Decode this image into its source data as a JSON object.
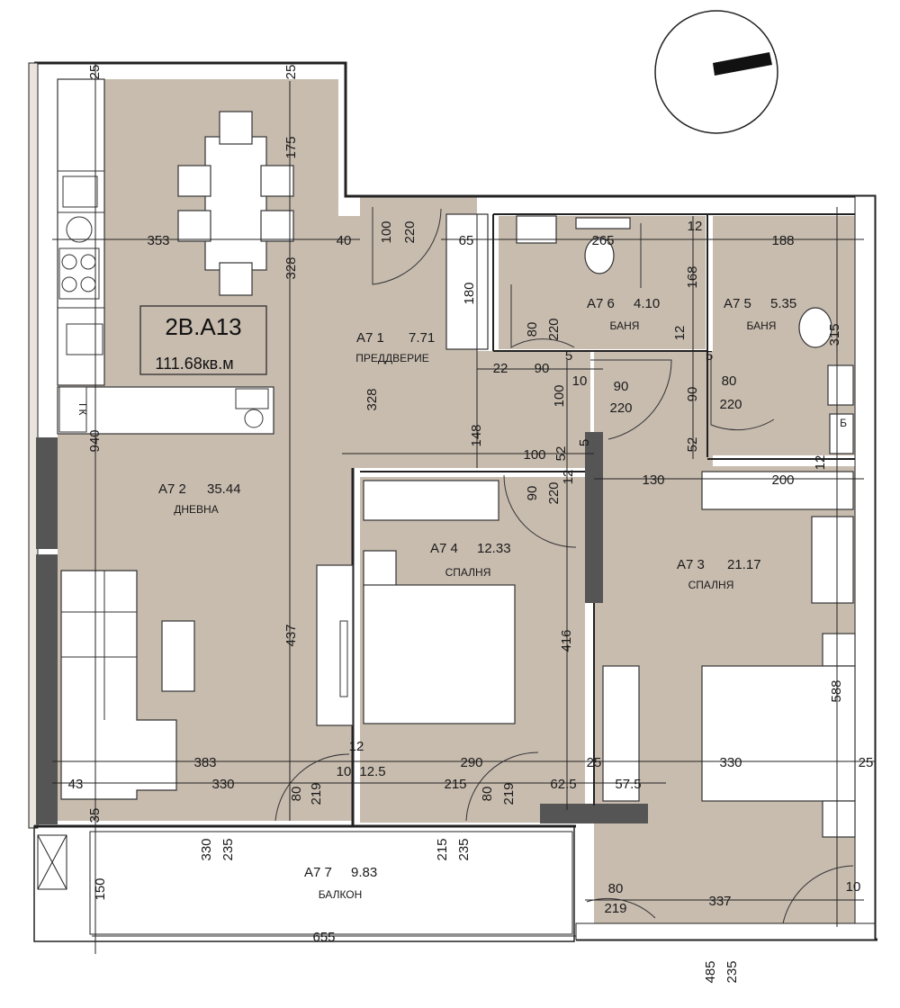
{
  "unit": {
    "code": "2В.А13",
    "area": "111.68кв.м"
  },
  "rooms": {
    "hall": {
      "number": "А7 1",
      "area": "7.71",
      "name": "ПРЕДДВЕРИЕ"
    },
    "living": {
      "number": "А7 2",
      "area": "35.44",
      "name": "ДНЕВНА"
    },
    "bedroom3": {
      "number": "А7 3",
      "area": "21.17",
      "name": "СПАЛНЯ"
    },
    "bedroom4": {
      "number": "А7 4",
      "area": "12.33",
      "name": "СПАЛНЯ"
    },
    "bath5": {
      "number": "А7 5",
      "area": "5.35",
      "name": "БАНЯ"
    },
    "bath6": {
      "number": "А7 6",
      "area": "4.10",
      "name": "БАНЯ"
    },
    "balcony": {
      "number": "А7 7",
      "area": "9.83",
      "name": "БАЛКОН"
    }
  },
  "fixtures": {
    "gk": "ГК",
    "boiler": "Б"
  },
  "dimensions": {
    "d25a": "25",
    "d25b": "25",
    "d175": "175",
    "d353": "353",
    "d40": "40",
    "d100a": "100",
    "d220a": "220",
    "d65": "65",
    "d265": "265",
    "d12a": "12",
    "d188": "188",
    "d180": "180",
    "d328a": "328",
    "d168": "168",
    "d80a": "80",
    "d220b": "220",
    "d12b": "12",
    "d315": "315",
    "d22": "22",
    "d90a": "90",
    "d5a": "5",
    "d10a": "10",
    "d5b": "5",
    "d90b": "90",
    "d220c": "220",
    "d90c": "90",
    "d80b": "80",
    "d220d": "220",
    "d328b": "328",
    "d100b": "100",
    "d940": "940",
    "d148": "148",
    "d100c": "100",
    "d52a": "52",
    "d5c": "5",
    "d52b": "52",
    "d12c": "12",
    "d130": "130",
    "d200": "200",
    "d90d": "90",
    "d220e": "220",
    "d12d": "12",
    "d437": "437",
    "d416": "416",
    "d588": "588",
    "d383": "383",
    "d12e": "12",
    "d290": "290",
    "d25c": "25",
    "d330a": "330",
    "d25d": "25",
    "d43": "43",
    "d330b": "330",
    "d10b": "10",
    "d125": "12.5",
    "d215a": "215",
    "d625": "62.5",
    "d575": "57.5",
    "d80c": "80",
    "d219a": "219",
    "d80d": "80",
    "d219b": "219",
    "d35": "35",
    "d330c": "330",
    "d235a": "235",
    "d215b": "215",
    "d235b": "235",
    "d150": "150",
    "d80e": "80",
    "d219c": "219",
    "d337": "337",
    "d10c": "10",
    "d655": "655",
    "d485": "485",
    "d235c": "235"
  },
  "colors": {
    "floor": "#c8bcaf",
    "wall": "#1f1f1f",
    "column": "#555555",
    "line": "#222222"
  }
}
